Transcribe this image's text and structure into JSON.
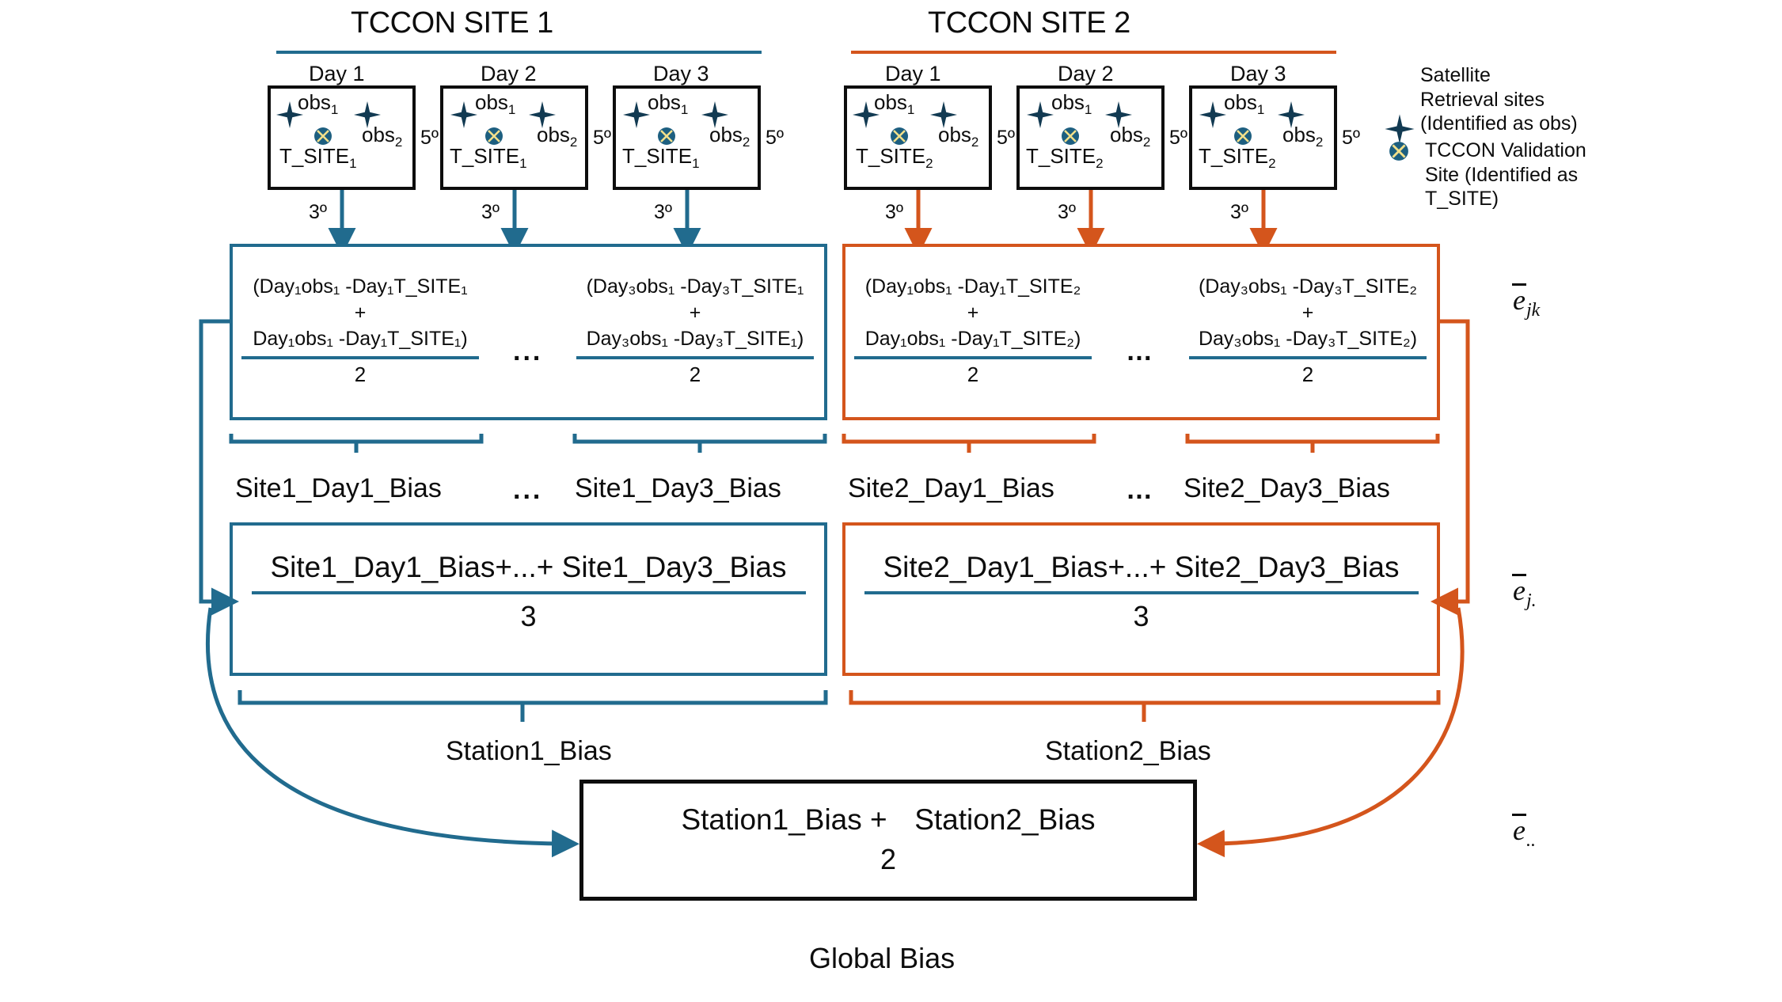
{
  "colors": {
    "blue": "#216b8e",
    "orange": "#d4551c",
    "black": "#0d0d0d",
    "white": "#ffffff"
  },
  "sites": [
    {
      "title": "TCCON SITE 1",
      "accent": "#216b8e",
      "days": [
        {
          "label": "Day 1",
          "obs1": "obs",
          "obs1_sub": "1",
          "obs2": "obs",
          "obs2_sub": "2",
          "tsite": "T_SITE",
          "tsite_sub": "1",
          "side_deg": "5º",
          "drop_deg": "3º"
        },
        {
          "label": "Day 2",
          "obs1": "obs",
          "obs1_sub": "1",
          "obs2": "obs",
          "obs2_sub": "2",
          "tsite": "T_SITE",
          "tsite_sub": "1",
          "side_deg": "5º",
          "drop_deg": "3º"
        },
        {
          "label": "Day 3",
          "obs1": "obs",
          "obs1_sub": "1",
          "obs2": "obs",
          "obs2_sub": "2",
          "tsite": "T_SITE",
          "tsite_sub": "1",
          "side_deg": "5º",
          "drop_deg": "3º"
        }
      ],
      "formulas": [
        {
          "line1": "(Day₁obs₁ -Day₁T_SITE₁",
          "plus": "+",
          "line3": "Day₁obs₁ -Day₁T_SITE₁)",
          "den": "2"
        },
        {
          "line1": "(Day₃obs₁ -Day₃T_SITE₁",
          "plus": "+",
          "line3": "Day₃obs₁ -Day₃T_SITE₁)",
          "den": "2"
        }
      ],
      "formula_ellipsis": "...",
      "bias_labels": [
        "Site1_Day1_Bias",
        "Site1_Day3_Bias"
      ],
      "bias_ellipsis": "...",
      "station_numerator": "Site1_Day1_Bias+...+  Site1_Day3_Bias",
      "station_denominator": "3",
      "station_label": "Station1_Bias"
    },
    {
      "title": "TCCON SITE 2",
      "accent": "#d4551c",
      "days": [
        {
          "label": "Day 1",
          "obs1": "obs",
          "obs1_sub": "1",
          "obs2": "obs",
          "obs2_sub": "2",
          "tsite": "T_SITE",
          "tsite_sub": "2",
          "side_deg": "5º",
          "drop_deg": "3º"
        },
        {
          "label": "Day 2",
          "obs1": "obs",
          "obs1_sub": "1",
          "obs2": "obs",
          "obs2_sub": "2",
          "tsite": "T_SITE",
          "tsite_sub": "2",
          "side_deg": "5º",
          "drop_deg": "3º"
        },
        {
          "label": "Day 3",
          "obs1": "obs",
          "obs1_sub": "1",
          "obs2": "obs",
          "obs2_sub": "2",
          "tsite": "T_SITE",
          "tsite_sub": "2",
          "side_deg": "5º",
          "drop_deg": "3º"
        }
      ],
      "formulas": [
        {
          "line1": "(Day₁obs₁ -Day₁T_SITE₂",
          "plus": "+",
          "line3": "Day₁obs₁ -Day₁T_SITE₂)",
          "den": "2"
        },
        {
          "line1": "(Day₃obs₁ -Day₃T_SITE₂",
          "plus": "+",
          "line3": "Day₃obs₁ -Day₃T_SITE₂)",
          "den": "2"
        }
      ],
      "formula_ellipsis": "…",
      "bias_labels": [
        "Site2_Day1_Bias",
        "Site2_Day3_Bias"
      ],
      "bias_ellipsis": "…",
      "station_numerator": "Site2_Day1_Bias+...+ Site2_Day3_Bias",
      "station_denominator": "3",
      "station_label": "Station2_Bias"
    }
  ],
  "legend": {
    "items": [
      {
        "icon": "four-point-star-icon",
        "text": "Satellite\nRetrieval sites\n(Identified as obs)"
      },
      {
        "icon": "circle-cross-marker-icon",
        "text": "TCCON Validation\nSite (Identified as\nT_SITE)"
      }
    ]
  },
  "notation": [
    {
      "symbol": "e",
      "sub": "jk"
    },
    {
      "symbol": "e",
      "sub": "j."
    },
    {
      "symbol": "e",
      "sub": ".."
    }
  ],
  "global": {
    "numerator_left": "Station1_Bias +",
    "numerator_right": "Station2_Bias",
    "denominator": "2",
    "caption": "Global Bias"
  }
}
